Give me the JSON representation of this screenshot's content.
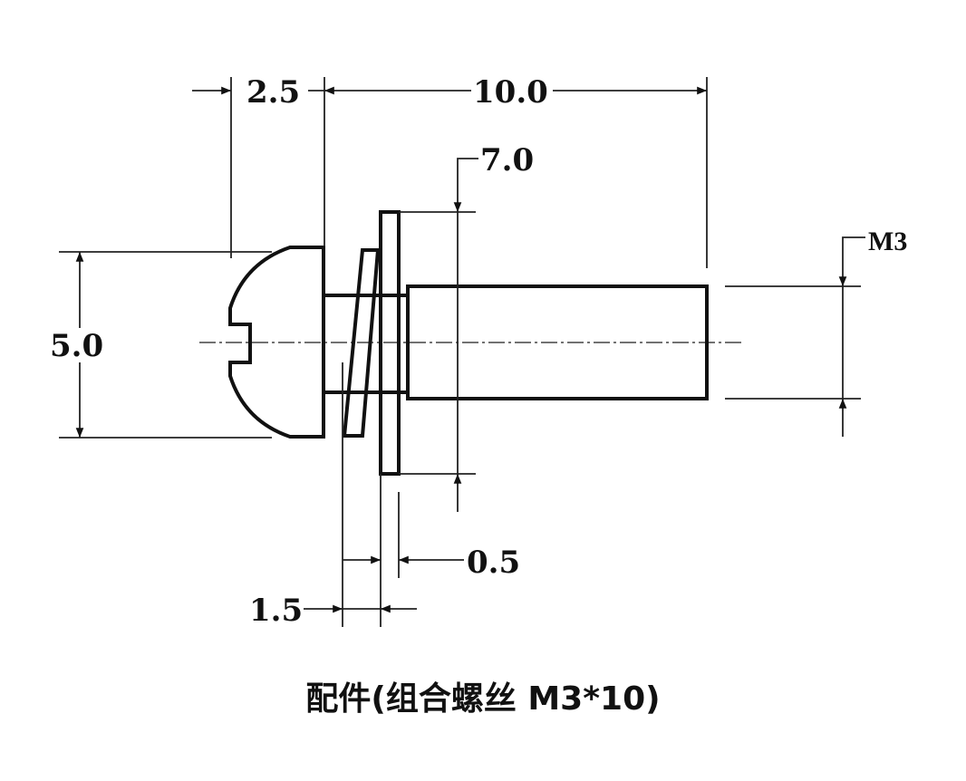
{
  "diagram": {
    "dimensions": {
      "head_height": "2.5",
      "length": "10.0",
      "washer_diameter": "7.0",
      "head_diameter": "5.0",
      "thread": "M3",
      "flat_washer_thickness": "0.5",
      "spring_washer_thickness": "1.5"
    },
    "caption": "配件(组合螺丝 M3*10)"
  }
}
